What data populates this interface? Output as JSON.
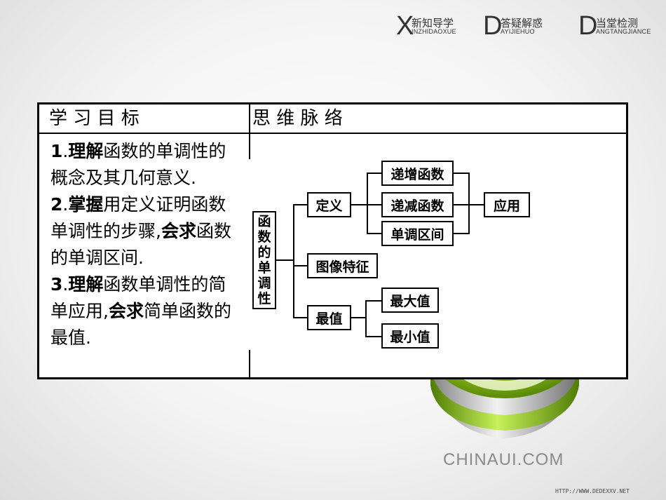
{
  "nav": [
    {
      "letter": "X",
      "zh": "新知导学",
      "py": "INZHIDAOXUE"
    },
    {
      "letter": "D",
      "zh": "答疑解惑",
      "py": "AYIJIEHUO"
    },
    {
      "letter": "D",
      "zh": "当堂检测",
      "py": "ANGTANGJIANCE"
    }
  ],
  "table": {
    "col1_header": "学 习 目 标",
    "col2_header": "思 维 脉 络",
    "goals": [
      {
        "num": "1",
        "parts": [
          ".",
          "理解",
          "函数的单调性的概念及其几何意义."
        ]
      },
      {
        "num": "2",
        "parts": [
          ".",
          "掌握",
          "用定义证明函数单调性的步骤,",
          "会求",
          "函数的单调区间."
        ]
      },
      {
        "num": "3",
        "parts": [
          ".",
          "理解",
          "函数单调性的简单应用,",
          "会求",
          "简单函数的最值."
        ]
      }
    ]
  },
  "concept_map": {
    "root": [
      "函",
      "数",
      "的",
      "单",
      "调",
      "性"
    ],
    "definition": "定义",
    "increasing": "递增函数",
    "decreasing": "递减函数",
    "interval": "单调区间",
    "application": "应用",
    "graph": "图像特征",
    "extreme": "最值",
    "max": "最大值",
    "min": "最小值"
  },
  "brand": "CHINAUI.COM",
  "url": "HTTP://WWW.DEDEXXV.NET",
  "colors": {
    "bowl_green": "#8ec21f",
    "bowl_gray": "#9a9a9a"
  }
}
